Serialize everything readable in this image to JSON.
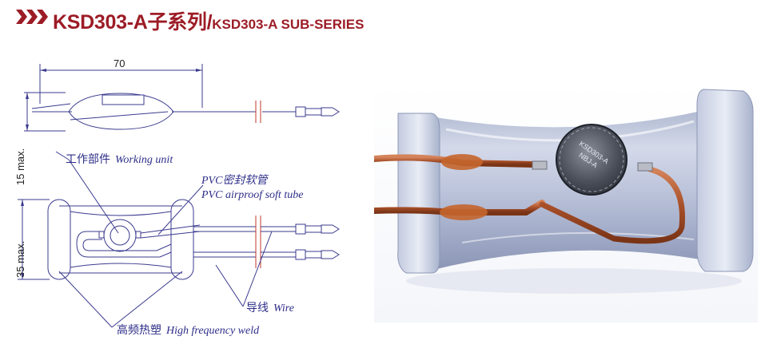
{
  "header": {
    "title_main": "KSD303-A子系列/",
    "title_sub": "KSD303-A SUB-SERIES",
    "accent_color": "#9c1c26",
    "icon": "triple-chevron-right-icon"
  },
  "drawing": {
    "dim_width": "70",
    "dim_height_top": "15 max.",
    "dim_height_bottom": "35 max.",
    "labels": {
      "working_unit_cn": "工作部件",
      "working_unit_en": "Working unit",
      "pvc_cn": "PVC密封软管",
      "pvc_en": "PVC airproof soft tube",
      "wire_cn": "导线",
      "wire_en": "Wire",
      "weld_cn": "高频热塑",
      "weld_en": "High frequency weld"
    }
  },
  "photo": {
    "device_text_line1": "KSD303-A",
    "device_text_line2": "NBJ-A"
  }
}
